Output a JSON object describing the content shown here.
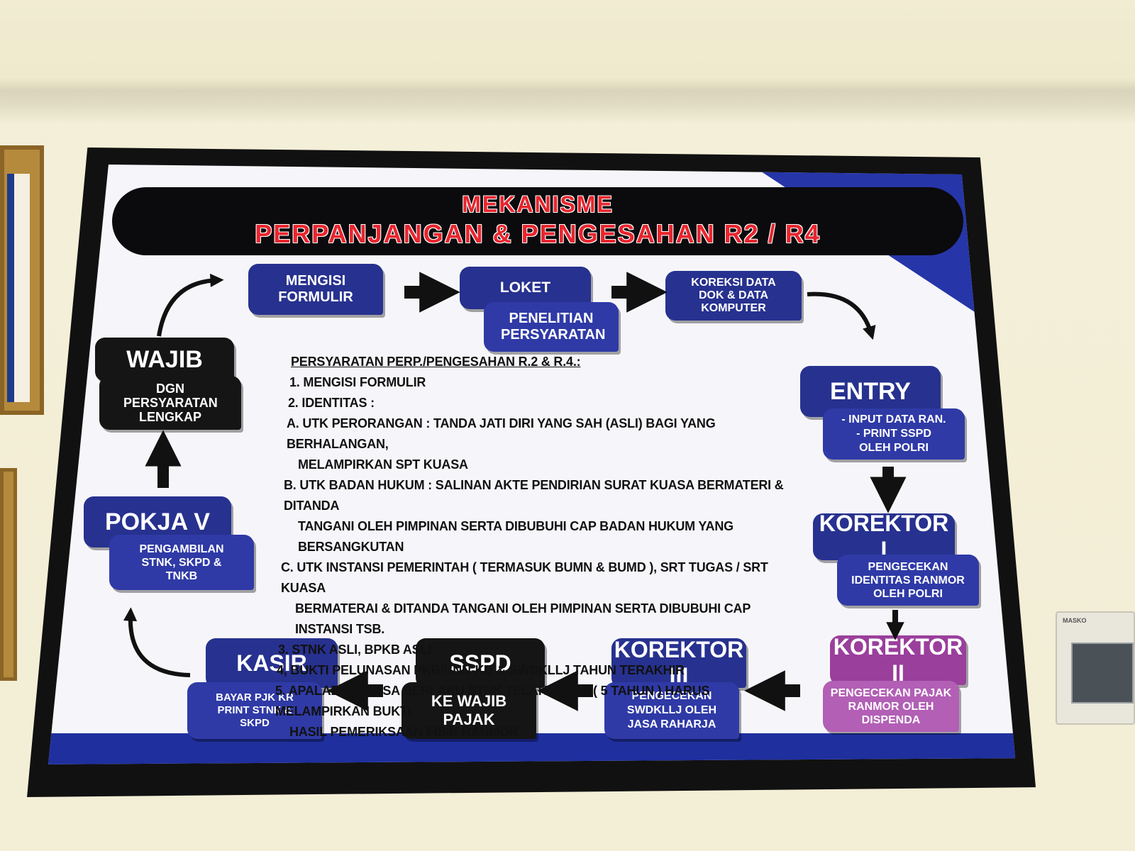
{
  "title": {
    "line1": "MEKANISME",
    "line2": "PERPANJANGAN & PENGESAHAN R2 / R4"
  },
  "steps": {
    "mengisi": "MENGISI FORMULIR",
    "loket": "LOKET",
    "penelitian": "PENELITIAN PERSYARATAN",
    "koreksi": "KOREKSI DATA DOK & DATA KOMPUTER",
    "entry": {
      "title": "ENTRY",
      "line1": "- INPUT DATA RAN.",
      "line2": "- PRINT SSPD OLEH POLRI"
    },
    "korektor1": {
      "title": "KOREKTOR I",
      "desc": "PENGECEKAN IDENTITAS RANMOR OLEH POLRI"
    },
    "korektor2": {
      "title": "KOREKTOR II",
      "desc": "PENGECEKAN PAJAK RANMOR OLEH DISPENDA"
    },
    "korektor3": {
      "title": "KOREKTOR III",
      "desc": "PENGECEKAN SWDKLLJ OLEH JASA RAHARJA"
    },
    "sspd": {
      "title": "SSPD",
      "desc": "KE WAJIB PAJAK"
    },
    "kasir": {
      "title": "KASIR",
      "desc": "BAYAR PJK KR PRINT STNK & SKPD"
    },
    "pokja": {
      "title": "POKJA V",
      "desc": "PENGAMBILAN STNK, SKPD & TNKB"
    },
    "wajib": {
      "title": "WAJIB",
      "desc": "DGN PERSYARATAN LENGKAP"
    }
  },
  "requirements": {
    "heading": "PERSYARATAN PERP./PENGESAHAN R.2 & R.4.:",
    "items": [
      "1. MENGISI FORMULIR",
      "2. IDENTITAS :",
      "A. UTK PERORANGAN : TANDA JATI DIRI YANG SAH (ASLI) BAGI YANG BERHALANGAN,",
      "MELAMPIRKAN SPT KUASA",
      "B. UTK BADAN HUKUM : SALINAN AKTE PENDIRIAN SURAT KUASA BERMATERI & DITANDA",
      "TANGANI OLEH PIMPINAN SERTA DIBUBUHI CAP BADAN HUKUM YANG BERSANGKUTAN",
      "C. UTK INSTANSI PEMERINTAH ( TERMASUK BUMN & BUMD ), SRT TUGAS / SRT KUASA",
      "BERMATERAI & DITANDA TANGANI OLEH PIMPINAN SERTA DIBUBUHI CAP INSTANSI TSB.",
      "3. STNK ASLI, BPKB ASLI",
      "4, BUKTI PELUNASAN PKB/BNN-KB & SWDKLLJ TAHUN TERAKHIR",
      "5. APALABILA MASA BERLAKU STNK TELAH HABIS ( 5 TAHUN ) HARUS MELAMPIRKAN BUKTI",
      "HASIL PEMERIKSAAN FISIK RANMOR"
    ]
  },
  "meter_label": "MASKO",
  "colors": {
    "blue": "#27318f",
    "black": "#151515",
    "purple": "#9a3f9c",
    "title_red": "#e8252e"
  }
}
